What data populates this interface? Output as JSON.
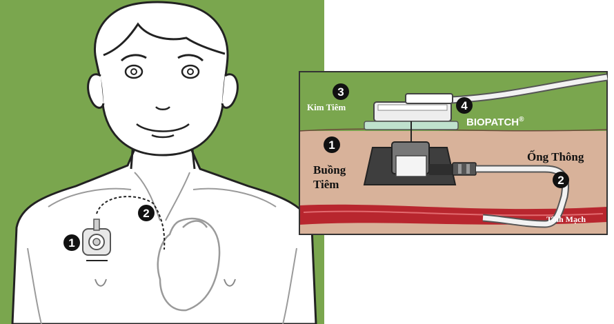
{
  "colors": {
    "background_green": "#7aa64e",
    "skin": "#ffffff",
    "outline": "#222222",
    "tissue": "#d8b29a",
    "vein": "#b8262e",
    "port_body": "#3e3e3e",
    "badge": "#111111"
  },
  "left_panel": {
    "markers": [
      "1",
      "2"
    ]
  },
  "right_panel": {
    "labels": {
      "needle": "Kim Tiêm",
      "brand": "BIOPATCH",
      "brand_mark": "®",
      "chamber_line1": "Buồng",
      "chamber_line2": "Tiêm",
      "catheter": "Ống Thông",
      "vein": "Tĩnh Mạch"
    },
    "markers": [
      "1",
      "2",
      "3",
      "4"
    ]
  }
}
